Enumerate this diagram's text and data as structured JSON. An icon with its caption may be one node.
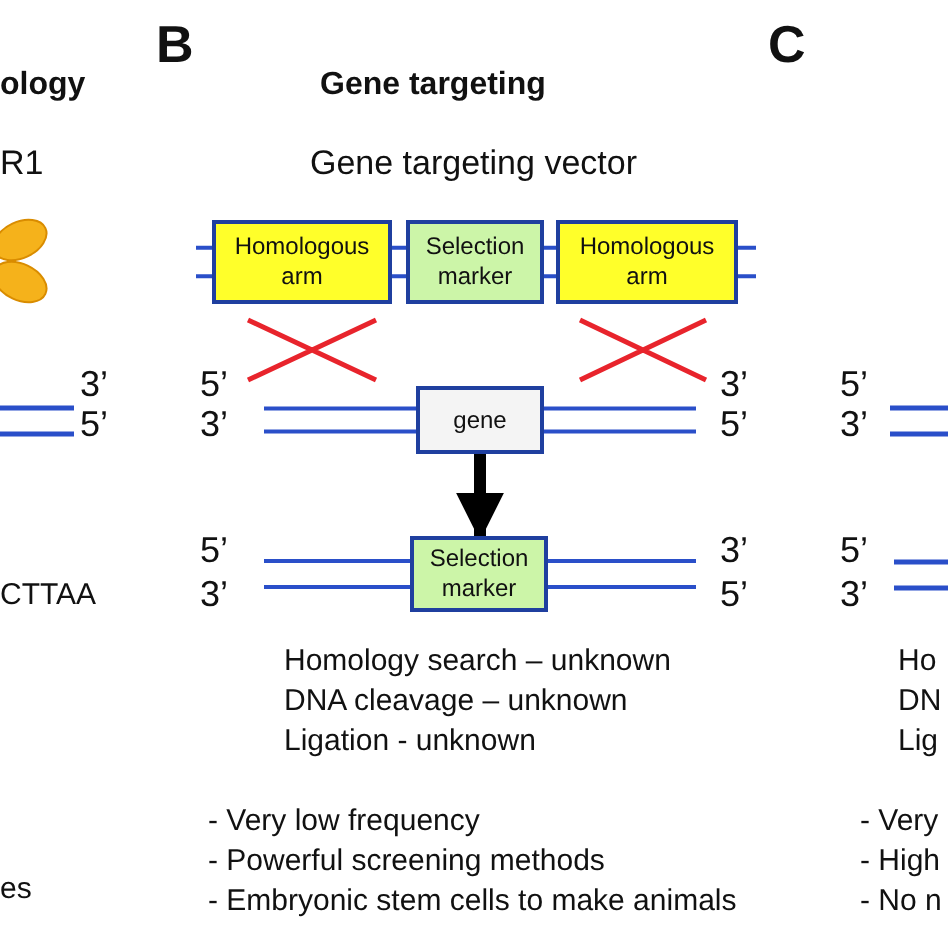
{
  "diagram": {
    "nodes": [
      {
        "text": [
          "Homologous arm"
        ]
      },
      {
        "text": [
          "Selection marker"
        ]
      },
      {
        "text": [
          "Homologous arm"
        ]
      },
      {
        "text": [
          "gene"
        ]
      },
      {
        "text": [
          "Selection marker"
        ]
      }
    ],
    "edges": [
      {
        "from": null,
        "to": 0,
        "arrow": "none"
      },
      {
        "from": 0,
        "to": 1,
        "arrow": "none"
      },
      {
        "from": 1,
        "to": 2,
        "arrow": "none"
      },
      {
        "from": 2,
        "to": null,
        "arrow": "none"
      },
      {
        "from": null,
        "to": 3,
        "arrow": "none"
      },
      {
        "from": 3,
        "to": null,
        "arrow": "none"
      },
      {
        "from": 3,
        "to": 4,
        "arrow": "to",
        "style": "thick",
        "color": "#000000"
      },
      {
        "from": null,
        "to": 4,
        "arrow": "none"
      },
      {
        "from": 4,
        "to": null,
        "arrow": "none"
      }
    ],
    "labels": [
      "B",
      "C",
      "ology",
      "Gene targeting",
      "R1",
      "Gene targeting vector",
      "3’",
      "5’",
      "3’",
      "5’",
      "5’",
      "3’",
      "5’",
      "3’",
      "5’",
      "3’",
      "5’",
      "CTTAA",
      "3’",
      "5’",
      "3’",
      "Homology search – unknown",
      "Ho",
      "DNA cleavage – unknown",
      "DN",
      "Ligation - unknown",
      "Lig",
      "- Very low frequency",
      "- Very",
      "es",
      "- Powerful screening methods",
      "- High",
      "- Embryonic stem cells to make animals",
      "- No n"
    ]
  }
}
